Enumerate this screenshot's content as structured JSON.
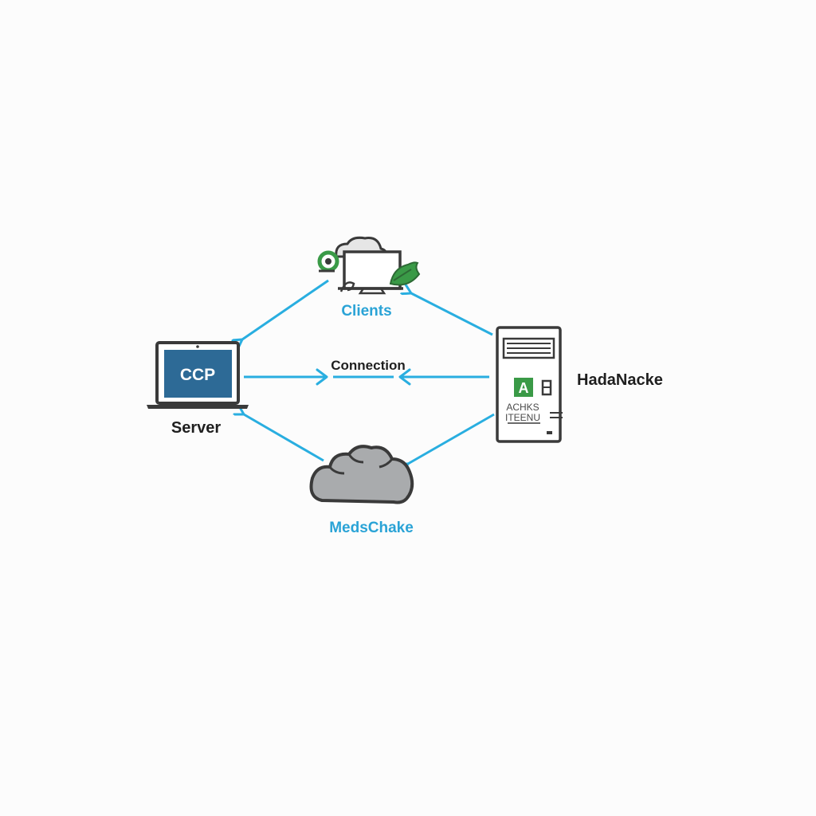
{
  "nodes": {
    "server": {
      "label": "Server",
      "screen_text": "CCP"
    },
    "clients": {
      "label": "Clients"
    },
    "hada_node": {
      "label": "HadaNacke",
      "badge": "A",
      "panel_line1": "ACHKS",
      "panel_line2": "ITEENU"
    },
    "cloud": {
      "label": "MedsChake"
    }
  },
  "edges": {
    "connection_label": "Connection"
  },
  "colors": {
    "arrow": "#29aee0",
    "outline": "#3a3a3a",
    "screen": "#2d6a96",
    "accent_green": "#3a9a47",
    "cloud_fill": "#a9abad",
    "label_blue": "#2aa3d6",
    "label_dark": "#1f1f1f"
  },
  "icons": [
    "laptop-icon",
    "desktop-icon",
    "cloud-icon",
    "server-tower-icon",
    "gear-icon",
    "leaf-icon"
  ]
}
